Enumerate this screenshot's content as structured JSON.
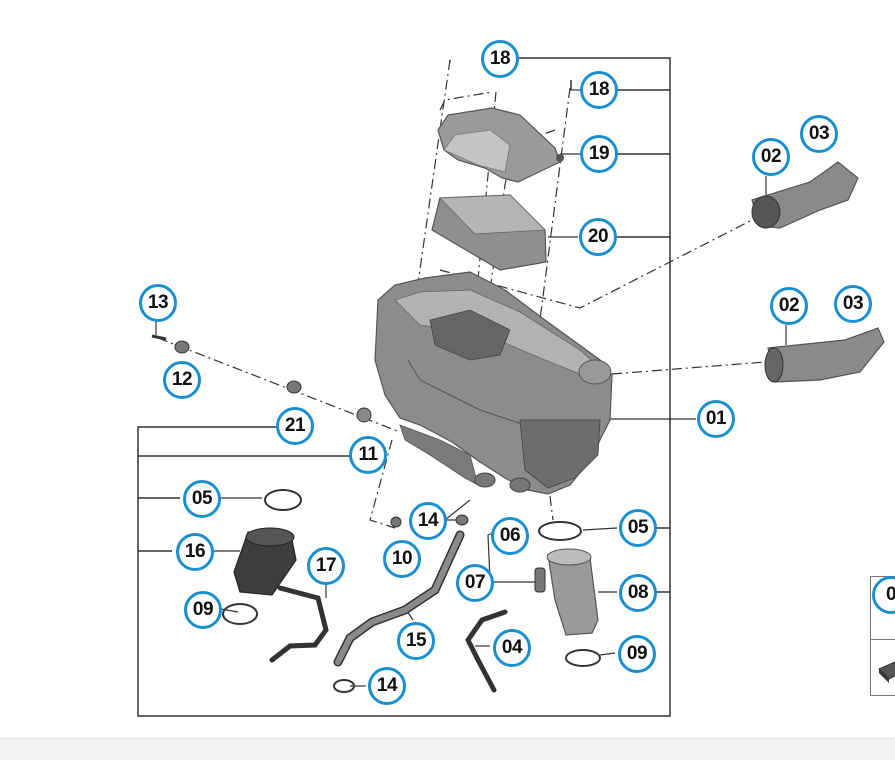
{
  "diagram": {
    "colors": {
      "callout_border": "#1a8fd0",
      "line": "#333333",
      "part_fill": "#8a8a8a"
    },
    "callouts": [
      {
        "label": "18",
        "part": "screw"
      },
      {
        "label": "18",
        "part": "screw"
      },
      {
        "label": "19",
        "part": "intake-silencer-cover"
      },
      {
        "label": "20",
        "part": "air-filter-element"
      },
      {
        "label": "02",
        "part": "intake-duct-upper"
      },
      {
        "label": "03",
        "part": "intake-snorkel-upper"
      },
      {
        "label": "02",
        "part": "intake-duct-lower"
      },
      {
        "label": "03",
        "part": "intake-snorkel-lower"
      },
      {
        "label": "13",
        "part": "bolt"
      },
      {
        "label": "12",
        "part": "washer"
      },
      {
        "label": "21",
        "part": "grommet-group"
      },
      {
        "label": "11",
        "part": "rubber-mount"
      },
      {
        "label": "01",
        "part": "air-filter-housing"
      },
      {
        "label": "05",
        "part": "seal-ring-left"
      },
      {
        "label": "16",
        "part": "intake-boot"
      },
      {
        "label": "17",
        "part": "vent-line-left"
      },
      {
        "label": "09",
        "part": "hose-clamp-left"
      },
      {
        "label": "14",
        "part": "hose-clamp-upper"
      },
      {
        "label": "10",
        "part": "clip"
      },
      {
        "label": "06",
        "part": "sensor"
      },
      {
        "label": "05",
        "part": "seal-ring-right"
      },
      {
        "label": "07",
        "part": "connector"
      },
      {
        "label": "08",
        "part": "clean-air-pipe"
      },
      {
        "label": "15",
        "part": "vent-hose"
      },
      {
        "label": "04",
        "part": "vent-line-right"
      },
      {
        "label": "09",
        "part": "hose-clamp-right"
      },
      {
        "label": "14",
        "part": "hose-clamp-lower"
      }
    ],
    "side_panel": {
      "label": "0"
    }
  }
}
